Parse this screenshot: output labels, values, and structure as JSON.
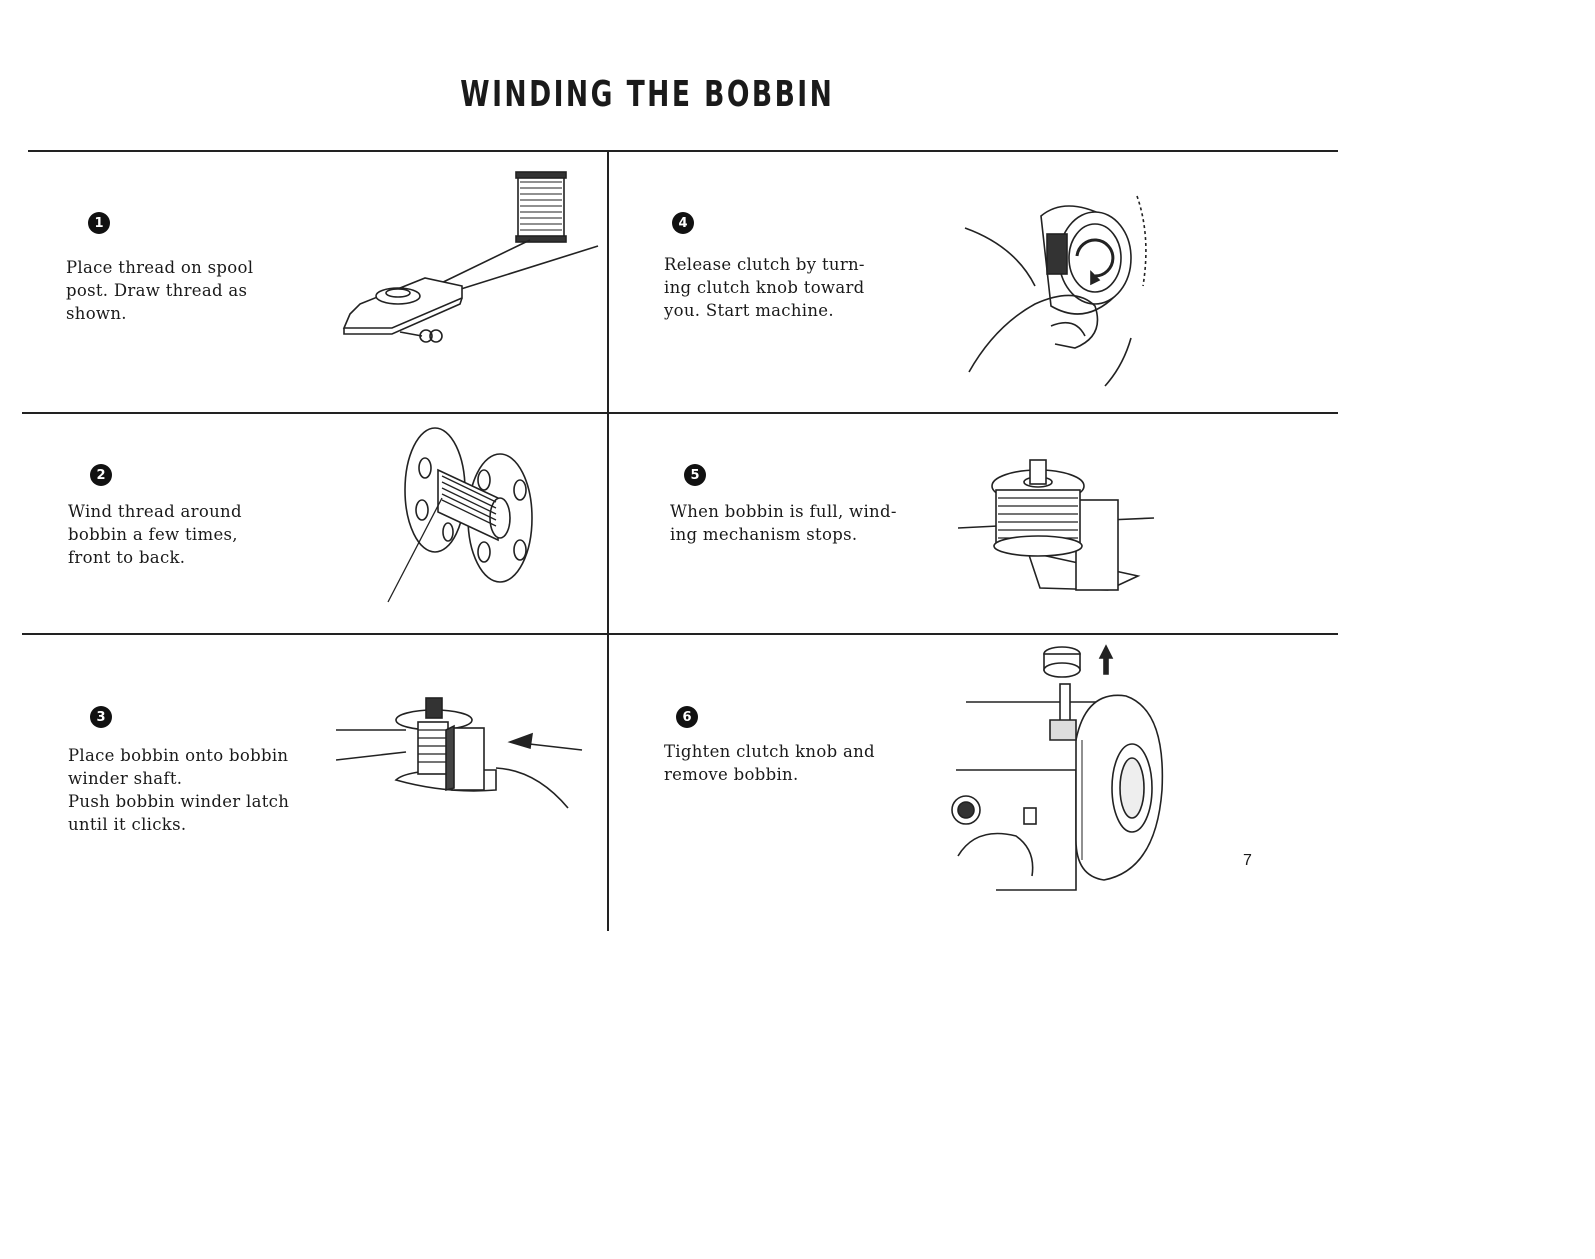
{
  "title": "WINDING THE BOBBIN",
  "page_number": "7",
  "steps": [
    {
      "number": "1",
      "text": "Place thread on spool\npost.   Draw thread as\nshown.",
      "icon": "spool-thread-icon"
    },
    {
      "number": "2",
      "text": "Wind thread   around\nbobbin  a  few   times,\nfront to back.",
      "icon": "bobbin-icon"
    },
    {
      "number": "3",
      "text": "Place bobbin onto bobbin\nwinder shaft.\nPush bobbin winder latch\nuntil it clicks.",
      "icon": "bobbin-winder-shaft-icon"
    },
    {
      "number": "4",
      "text": "Release clutch by turn-\ning clutch knob toward\nyou.  Start machine.",
      "icon": "clutch-knob-icon"
    },
    {
      "number": "5",
      "text": "When bobbin is full, wind-\ning mechanism stops.",
      "icon": "full-bobbin-icon"
    },
    {
      "number": "6",
      "text": "Tighten clutch knob and\nremove bobbin.",
      "icon": "remove-bobbin-icon"
    }
  ]
}
